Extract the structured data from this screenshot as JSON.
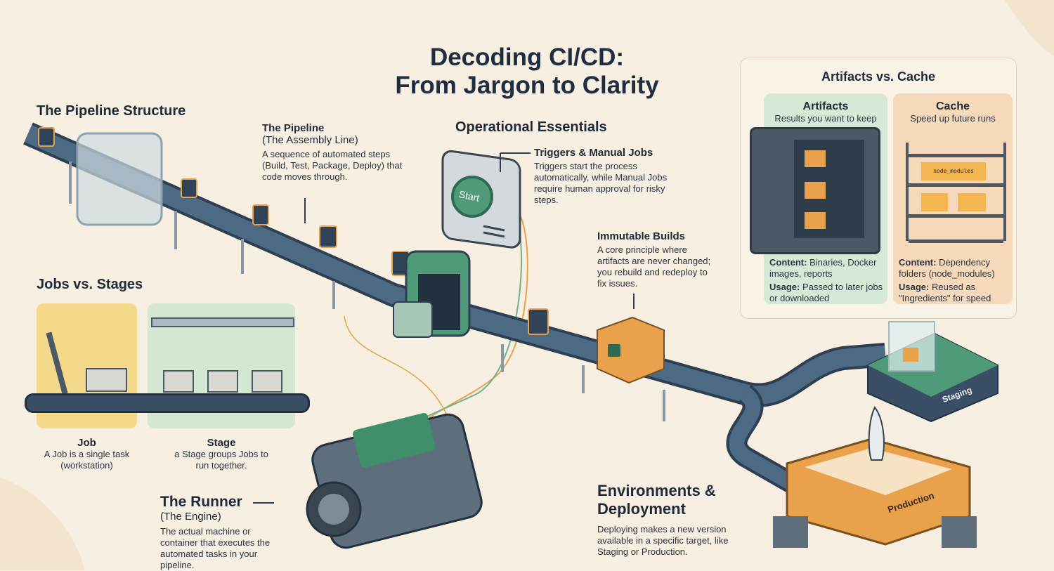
{
  "title": {
    "line1": "Decoding CI/CD:",
    "line2": "From Jargon to Clarity"
  },
  "pipeline_structure": {
    "heading": "The Pipeline Structure",
    "pipeline": {
      "title": "The Pipeline",
      "subtitle": "(The Assembly Line)",
      "body": "A sequence of automated steps (Build, Test, Package, Deploy) that code moves through."
    }
  },
  "operational": {
    "heading": "Operational Essentials",
    "triggers": {
      "title": "Triggers & Manual Jobs",
      "body": "Triggers start the process automatically, while Manual Jobs require human approval for risky steps.",
      "button_label": "Start"
    },
    "immutable": {
      "title": "Immutable Builds",
      "body": "A core principle where artifacts are never changed; you rebuild and redeploy to fix issues."
    }
  },
  "artifacts_cache": {
    "heading": "Artifacts vs. Cache",
    "artifacts": {
      "title": "Artifacts",
      "subtitle": "Results you want to keep",
      "content_label": "Content:",
      "content": "Binaries, Docker images, reports",
      "usage_label": "Usage:",
      "usage": "Passed to later jobs or downloaded"
    },
    "cache": {
      "title": "Cache",
      "subtitle": "Speed up future runs",
      "folder_label": "node_modules",
      "content_label": "Content:",
      "content": "Dependency folders (node_modules)",
      "usage_label": "Usage:",
      "usage": "Reused as \"Ingredients\" for speed"
    }
  },
  "jobs_stages": {
    "heading": "Jobs vs. Stages",
    "job": {
      "title": "Job",
      "body": "A Job is a single task (workstation)"
    },
    "stage": {
      "title": "Stage",
      "body": "a Stage groups Jobs to run together."
    }
  },
  "runner": {
    "title": "The Runner",
    "subtitle": "(The Engine)",
    "body": "The actual machine or container that executes the automated tasks in your pipeline."
  },
  "environments": {
    "title_line1": "Environments &",
    "title_line2": "Deployment",
    "body": "Deploying makes a new version available in a specific target, like Staging or Production.",
    "staging_label": "Staging",
    "production_label": "Production"
  },
  "colors": {
    "background": "#f6efe2",
    "belt": "#3a4f66",
    "green": "#4f9a78",
    "orange": "#e9a24b",
    "artifact_panel": "#d7e8d6",
    "cache_panel": "#f6d9bb",
    "job_panel": "#f5d98a"
  }
}
